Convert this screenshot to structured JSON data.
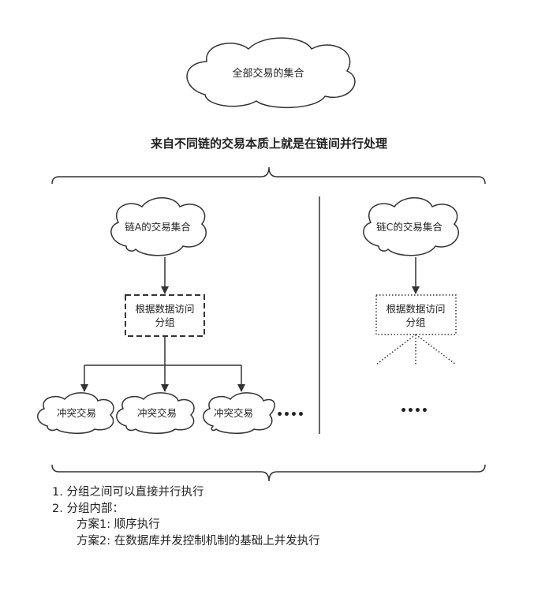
{
  "diagram": {
    "top_cloud": "全部交易的集合",
    "heading": "来自不同链的交易本质上就是在链间并行处理",
    "chain_a": {
      "cloud": "链A的交易集合",
      "group_box_line1": "根据数据访问",
      "group_box_line2": "分组",
      "conflict_1": "冲突交易",
      "conflict_2": "冲突交易",
      "conflict_3": "冲突交易",
      "ellipsis": "••••"
    },
    "chain_c": {
      "cloud": "链C的交易集合",
      "group_box_line1": "根据数据访问",
      "group_box_line2": "分组",
      "ellipsis": "••••"
    }
  },
  "notes": {
    "line1": "1. 分组之间可以直接并行执行",
    "line2": "2. 分组内部：",
    "line3": "方案1: 顺序执行",
    "line4": "方案2: 在数据库并发控制机制的基础上并发执行"
  }
}
